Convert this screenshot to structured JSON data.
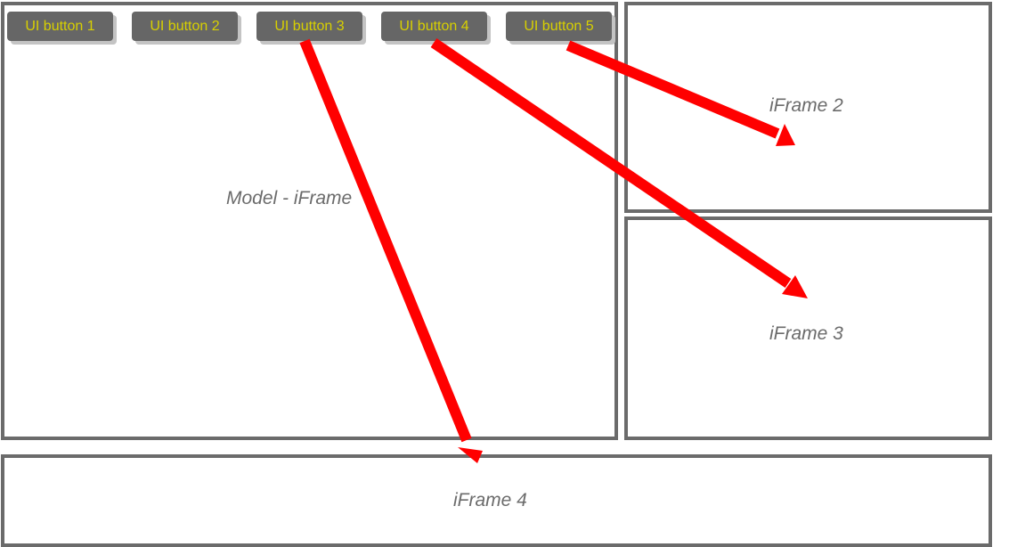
{
  "buttons": [
    {
      "label": "UI button 1"
    },
    {
      "label": "UI button 2"
    },
    {
      "label": "UI button 3"
    },
    {
      "label": "UI button 4"
    },
    {
      "label": "UI button 5"
    }
  ],
  "frames": {
    "model": {
      "label": "Model - iFrame"
    },
    "frame2": {
      "label": "iFrame 2"
    },
    "frame3": {
      "label": "iFrame 3"
    },
    "frame4": {
      "label": "iFrame 4"
    }
  },
  "colors": {
    "border": "#6b6b6b",
    "button_bg": "#666666",
    "button_text": "#d8d000",
    "arrow": "#ff0000",
    "label": "#6b6b6b"
  },
  "arrows": [
    {
      "from": "UI button 3",
      "to": "iFrame 4"
    },
    {
      "from": "UI button 4",
      "to": "iFrame 3"
    },
    {
      "from": "UI button 5",
      "to": "iFrame 2"
    }
  ]
}
